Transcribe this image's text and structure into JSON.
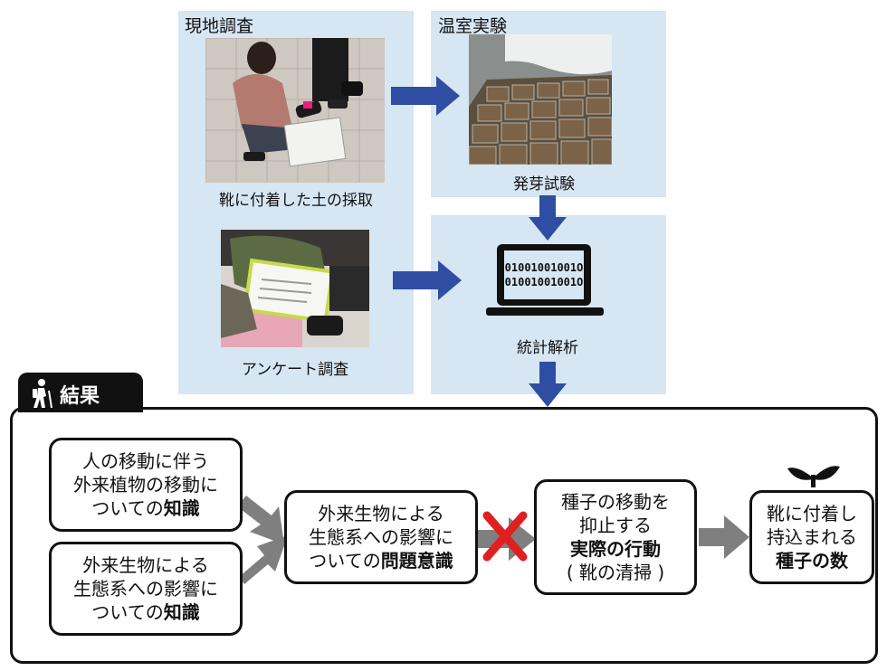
{
  "top": {
    "field_survey": {
      "title": "現地調査",
      "caption_soil": "靴に付着した土の採取",
      "caption_questionnaire": "アンケート調査"
    },
    "greenhouse": {
      "title": "温室実験",
      "caption": "発芽試験"
    },
    "analysis": {
      "caption": "統計解析",
      "binary_line1": "01001001001O",
      "binary_line2": "01001001001O"
    }
  },
  "results": {
    "title": "結果",
    "box1": {
      "line1": "人の移動に伴う",
      "line2": "外来植物の移動に",
      "line3_plain": "ついての",
      "line3_bold": "知識"
    },
    "box2": {
      "line1": "外来生物による",
      "line2": "生態系への影響に",
      "line3_plain": "ついての",
      "line3_bold": "知識"
    },
    "box3": {
      "line1": "外来生物による",
      "line2": "生態系への影響に",
      "line3_plain": "ついての",
      "line3_bold": "問題意識"
    },
    "box4": {
      "line1": "種子の移動を",
      "line2": "抑止する",
      "line3_bold": "実際の行動",
      "line4": "( 靴の清掃 )"
    },
    "box5": {
      "line1": "靴に付着し",
      "line2": "持込まれる",
      "line3_bold": "種子の数"
    }
  },
  "colors": {
    "panel_bg": "#d6e6f3",
    "arrow_blue": "#2f4ea3",
    "arrow_gray": "#7f7f7f",
    "cross_red": "#e02020",
    "frame": "#111111"
  }
}
